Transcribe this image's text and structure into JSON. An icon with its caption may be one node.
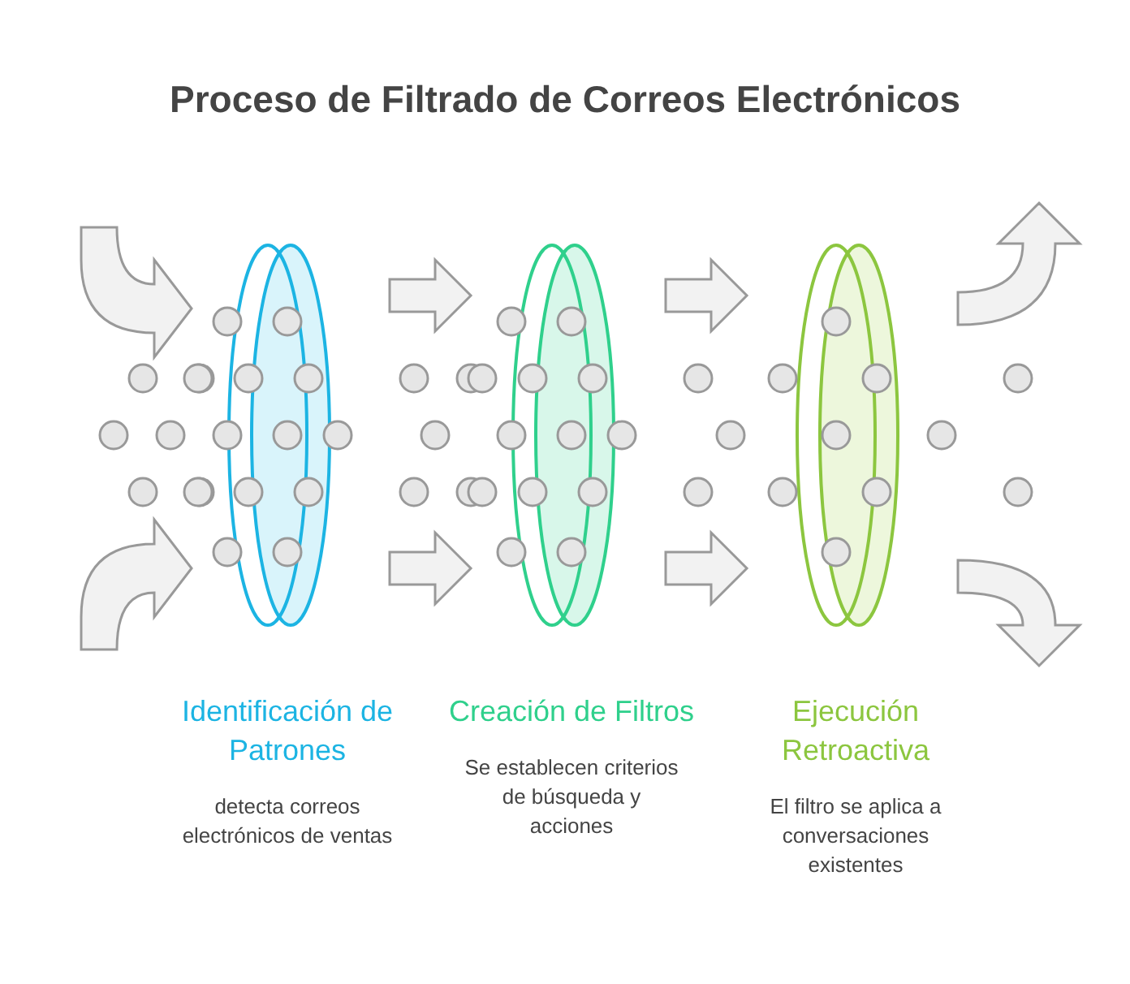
{
  "diagram": {
    "title": "Proceso de Filtrado de Correos Electrónicos",
    "nodes": [
      {
        "text": [
          "Identificación de Patrones",
          "detecta correos electrónicos de ventas"
        ]
      },
      {
        "text": [
          "Creación de Filtros",
          "Se establecen criterios de búsqueda y acciones"
        ]
      },
      {
        "text": [
          "Ejecución Retroactiva",
          "El filtro se aplica a conversaciones existentes"
        ]
      }
    ]
  }
}
